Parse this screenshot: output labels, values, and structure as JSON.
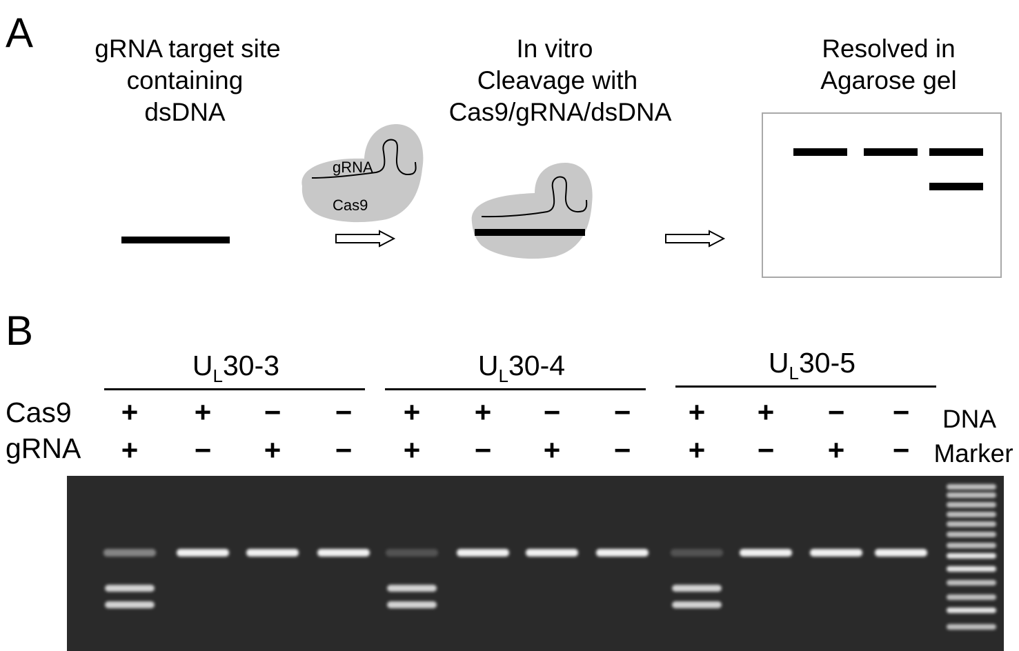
{
  "panel_a": {
    "label": "A",
    "step1_lines": [
      "gRNA target site",
      "containing",
      "dsDNA"
    ],
    "step2_lines": [
      "In vitro",
      "Cleavage with",
      "Cas9/gRNA/dsDNA"
    ],
    "step3_lines": [
      "Resolved in",
      "Agarose gel"
    ],
    "complex_grna_label": "gRNA",
    "complex_cas9_label": "Cas9"
  },
  "panel_b": {
    "label": "B",
    "groups": [
      {
        "prefix": "U",
        "sub": "L",
        "suffix": "30-3"
      },
      {
        "prefix": "U",
        "sub": "L",
        "suffix": "30-4"
      },
      {
        "prefix": "U",
        "sub": "L",
        "suffix": "30-5"
      }
    ],
    "row_labels": {
      "cas9": "Cas9",
      "grna": "gRNA"
    },
    "marker_label_lines": [
      "DNA",
      "Marker"
    ],
    "lanes": [
      {
        "cas9": "+",
        "grna": "+",
        "full_band": 0.45,
        "cleaved": true
      },
      {
        "cas9": "+",
        "grna": "−",
        "full_band": 1.0,
        "cleaved": false
      },
      {
        "cas9": "−",
        "grna": "+",
        "full_band": 1.0,
        "cleaved": false
      },
      {
        "cas9": "−",
        "grna": "−",
        "full_band": 1.0,
        "cleaved": false
      },
      {
        "cas9": "+",
        "grna": "+",
        "full_band": 0.2,
        "cleaved": true
      },
      {
        "cas9": "+",
        "grna": "−",
        "full_band": 1.0,
        "cleaved": false
      },
      {
        "cas9": "−",
        "grna": "+",
        "full_band": 1.0,
        "cleaved": false
      },
      {
        "cas9": "−",
        "grna": "−",
        "full_band": 1.0,
        "cleaved": false
      },
      {
        "cas9": "+",
        "grna": "+",
        "full_band": 0.2,
        "cleaved": true
      },
      {
        "cas9": "+",
        "grna": "−",
        "full_band": 1.0,
        "cleaved": false
      },
      {
        "cas9": "−",
        "grna": "+",
        "full_band": 1.0,
        "cleaved": false
      },
      {
        "cas9": "−",
        "grna": "−",
        "full_band": 1.0,
        "cleaved": false
      }
    ]
  },
  "colors": {
    "complex_fill": "#c8c8c8",
    "gel_background": "#2a2a2a",
    "band": "#f2f2f2",
    "schematic_box_border": "#a8a8a8"
  }
}
